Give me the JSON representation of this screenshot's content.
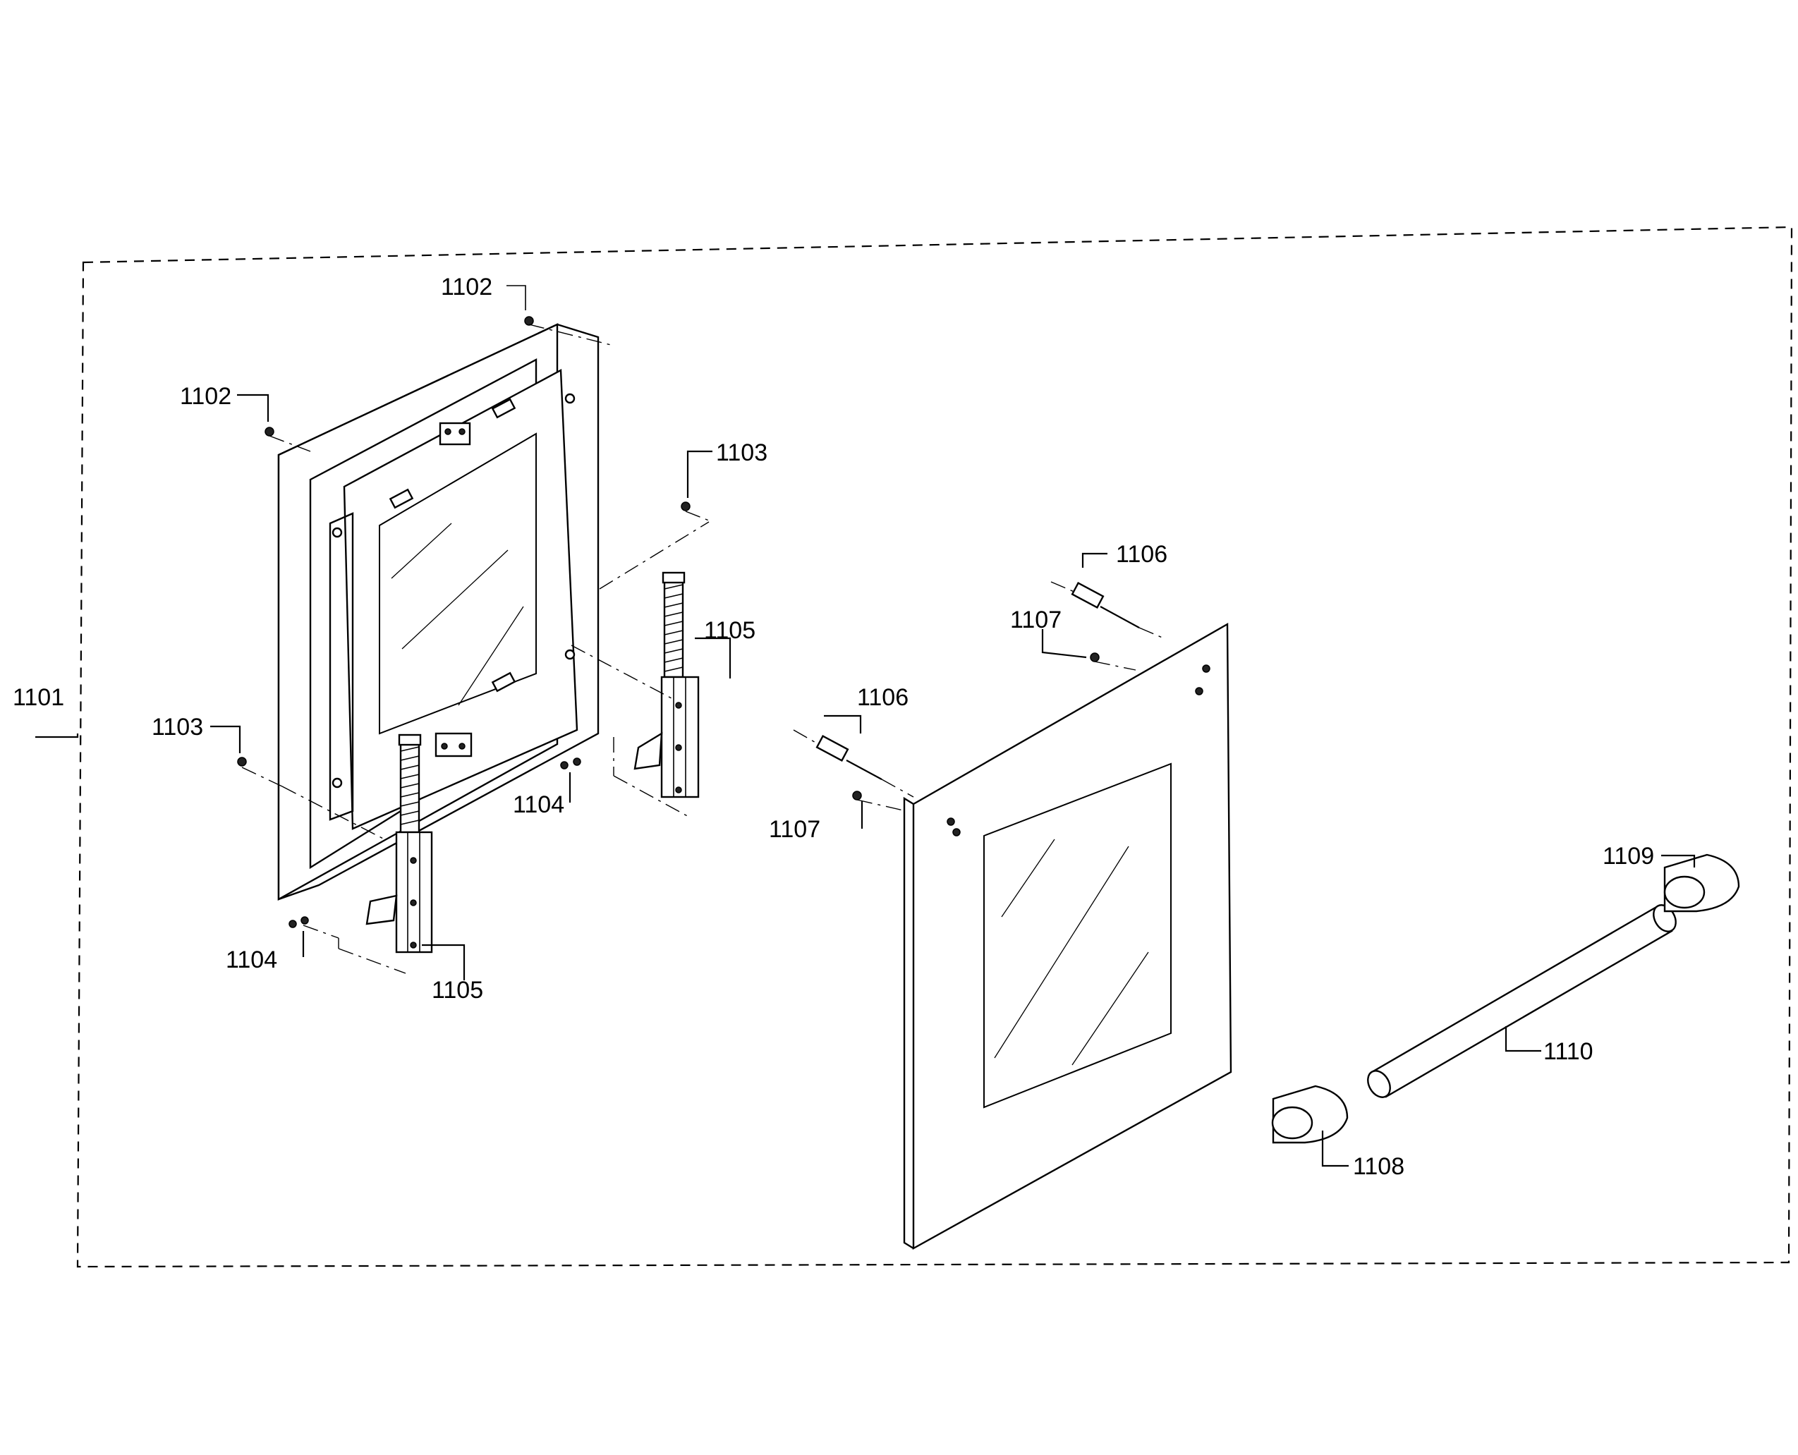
{
  "diagram": {
    "callouts": [
      {
        "id": "c1101",
        "text": "1101"
      },
      {
        "id": "c1102a",
        "text": "1102"
      },
      {
        "id": "c1102b",
        "text": "1102"
      },
      {
        "id": "c1103a",
        "text": "1103"
      },
      {
        "id": "c1103b",
        "text": "1103"
      },
      {
        "id": "c1104a",
        "text": "1104"
      },
      {
        "id": "c1104b",
        "text": "1104"
      },
      {
        "id": "c1105a",
        "text": "1105"
      },
      {
        "id": "c1105b",
        "text": "1105"
      },
      {
        "id": "c1106a",
        "text": "1106"
      },
      {
        "id": "c1106b",
        "text": "1106"
      },
      {
        "id": "c1107a",
        "text": "1107"
      },
      {
        "id": "c1107b",
        "text": "1107"
      },
      {
        "id": "c1108",
        "text": "1108"
      },
      {
        "id": "c1109",
        "text": "1109"
      },
      {
        "id": "c1110",
        "text": "1110"
      }
    ]
  }
}
